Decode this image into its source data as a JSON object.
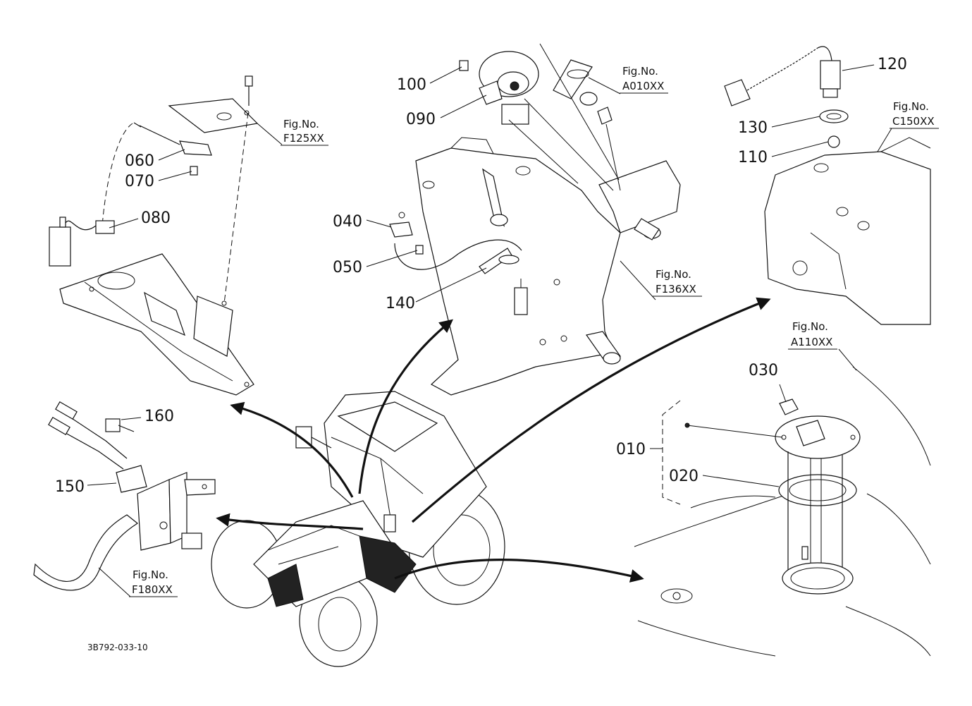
{
  "parts": {
    "p010": "010",
    "p020": "020",
    "p030": "030",
    "p040": "040",
    "p050": "050",
    "p060": "060",
    "p070": "070",
    "p080": "080",
    "p090": "090",
    "p100": "100",
    "p110": "110",
    "p120": "120",
    "p130": "130",
    "p140": "140",
    "p150": "150",
    "p160": "160"
  },
  "figures": {
    "fig_prefix": "Fig.No.",
    "f125": "F125XX",
    "a010": "A010XX",
    "c150": "C150XX",
    "f136": "F136XX",
    "a110": "A110XX",
    "f180": "F180XX"
  },
  "drawing_code": "3B792-033-10"
}
